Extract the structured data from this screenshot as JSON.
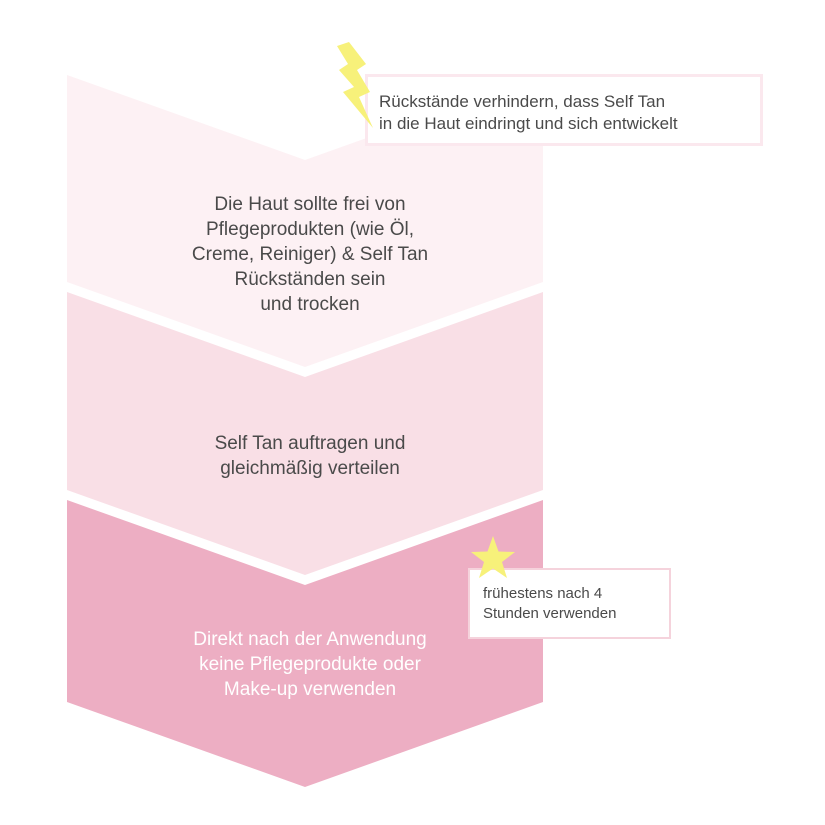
{
  "steps": [
    {
      "text": "Die Haut sollte frei von\nPflegeprodukten (wie Öl,\nCreme, Reiniger) & Self Tan\nRückständen sein\nund trocken",
      "fill": "#fdf1f4"
    },
    {
      "text": "Self Tan auftragen und\ngleichmäßig verteilen",
      "fill": "#f9dfe6"
    },
    {
      "text": "Direkt nach der Anwendung\nkeine Pflegeprodukte oder\nMake-up verwenden",
      "fill": "#edaec3"
    }
  ],
  "notes": {
    "residue": "Rückstände verhindern, dass Self Tan\nin die Haut eindringt und sich entwickelt",
    "wait": "frühestens nach 4\nStunden verwenden"
  },
  "icons": {
    "note1": "lightning-bolt-icon",
    "note2": "star-icon"
  },
  "colors": {
    "text": "#4a4a4a",
    "accent_yellow": "#f7f17a",
    "white": "#ffffff"
  }
}
